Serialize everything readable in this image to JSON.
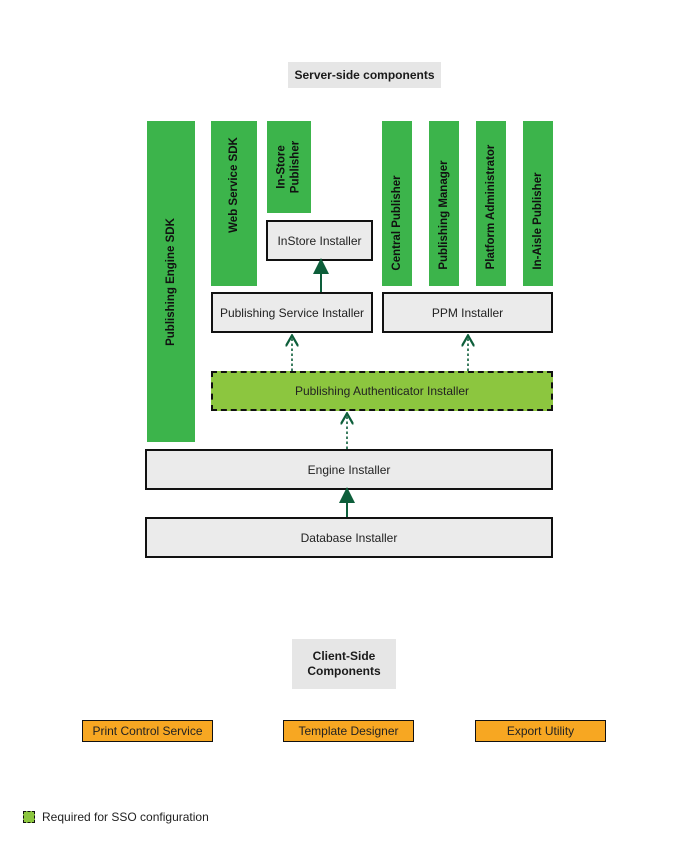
{
  "server_title": "Server-side components",
  "client_title_line1": "Client-Side",
  "client_title_line2": "Components",
  "green_bars": {
    "publishing_engine_sdk": "Publishing Engine SDK",
    "web_service_sdk": "Web Service SDK",
    "instore_publisher_line1": "In-Store",
    "instore_publisher_line2": "Publisher",
    "central_publisher": "Central Publisher",
    "publishing_manager": "Publishing Manager",
    "platform_administrator": "Platform Administrator",
    "in_aisle_publisher": "In-Aisle Publisher"
  },
  "installers": {
    "instore": "InStore Installer",
    "publishing_service": "Publishing Service Installer",
    "ppm": "PPM Installer",
    "authenticator": "Publishing Authenticator Installer",
    "engine": "Engine Installer",
    "database": "Database Installer"
  },
  "client_components": {
    "print_control": "Print Control Service",
    "template_designer": "Template Designer",
    "export_utility": "Export Utility"
  },
  "legend": {
    "text": "Required for SSO configuration"
  },
  "colors": {
    "green_bar": "#3cb44b",
    "sso_green": "#8cc63f",
    "orange": "#f7a722",
    "box_gray": "#ebebeb",
    "arrow": "#0d5e3a"
  }
}
